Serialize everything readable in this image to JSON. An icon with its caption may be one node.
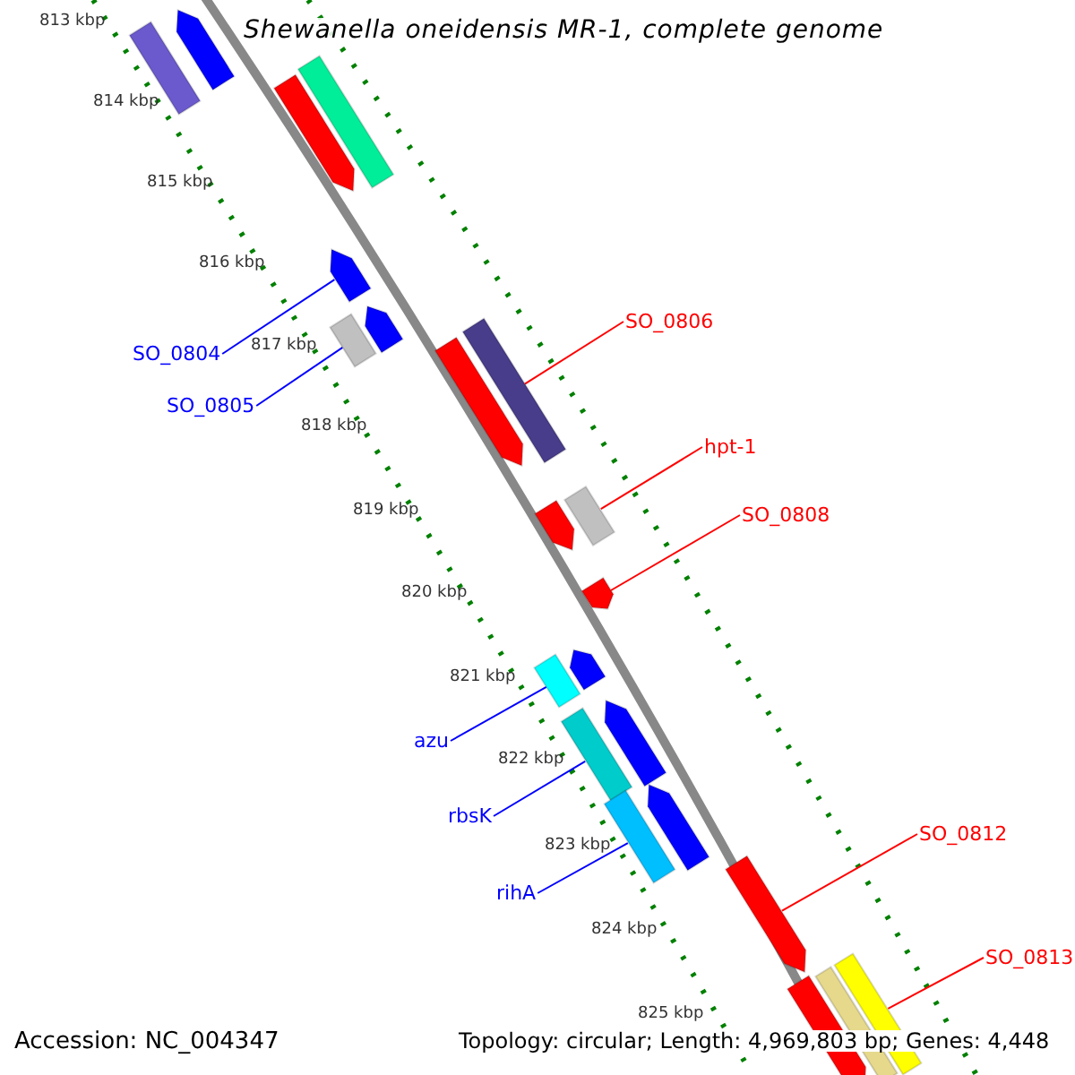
{
  "diagram": {
    "title": "Shewanella oneidensis MR-1, complete genome",
    "nodes": [
      {
        "text": [],
        "shape": "box"
      },
      {
        "text": [],
        "shape": "arrow"
      },
      {
        "text": [],
        "shape": "box"
      },
      {
        "text": [],
        "shape": "arrow"
      },
      {
        "text": [],
        "shape": "arrow"
      },
      {
        "text": [
          "SO_0806"
        ]
      },
      {
        "text": [],
        "shape": "arrow"
      },
      {
        "text": [],
        "shape": "box"
      },
      {
        "text": [
          "SO_0804"
        ]
      },
      {
        "text": [],
        "shape": "box"
      },
      {
        "text": [],
        "shape": "arrow"
      },
      {
        "text": [
          "SO_0805"
        ]
      },
      {
        "text": [
          "hpt-1"
        ]
      },
      {
        "text": [],
        "shape": "box"
      },
      {
        "text": [],
        "shape": "arrow"
      },
      {
        "text": [
          "SO_0808"
        ]
      },
      {
        "text": [],
        "shape": "arrow"
      },
      {
        "text": [],
        "shape": "arrow"
      },
      {
        "text": [],
        "shape": "box"
      },
      {
        "text": [],
        "shape": "arrow"
      },
      {
        "text": [
          "azu"
        ]
      },
      {
        "text": [],
        "shape": "box"
      },
      {
        "text": [
          "rbsK"
        ]
      },
      {
        "text": [],
        "shape": "arrow"
      },
      {
        "text": [],
        "shape": "box"
      },
      {
        "text": [
          "SO_0812"
        ]
      },
      {
        "text": [
          "rihA"
        ]
      },
      {
        "text": [],
        "shape": "arrow"
      },
      {
        "text": [
          "SO_0813"
        ]
      },
      {
        "text": [],
        "shape": "box"
      },
      {
        "text": [],
        "shape": "box"
      },
      {
        "text": [],
        "shape": "arrow"
      }
    ],
    "edges": [
      {
        "from": 5,
        "to": 9,
        "arrow": "none",
        "color": "#ff0000"
      },
      {
        "from": 8,
        "to": 4,
        "arrow": "none",
        "color": "#0000ff"
      },
      {
        "from": 11,
        "to": 7,
        "arrow": "none",
        "color": "#0000ff"
      },
      {
        "from": 12,
        "to": 13,
        "arrow": "none",
        "color": "#ff0000"
      },
      {
        "from": 15,
        "to": 16,
        "arrow": "none",
        "color": "#ff0000"
      },
      {
        "from": 20,
        "to": 18,
        "arrow": "none",
        "color": "#0000ff"
      },
      {
        "from": 22,
        "to": 21,
        "arrow": "none",
        "color": "#0000ff"
      },
      {
        "from": 25,
        "to": 27,
        "arrow": "none",
        "color": "#ff0000"
      },
      {
        "from": 26,
        "to": 24,
        "arrow": "none",
        "color": "#0000ff"
      },
      {
        "from": 28,
        "to": 29,
        "arrow": "none",
        "color": "#ff0000"
      }
    ],
    "labels": [
      "813 kbp",
      "814 kbp",
      "815 kbp",
      "816 kbp",
      "817 kbp",
      "818 kbp",
      "819 kbp",
      "820 kbp",
      "821 kbp",
      "822 kbp",
      "823 kbp",
      "824 kbp",
      "825 kbp",
      "Accession: NC_004347",
      "Topology: circular; Length: 4,969,803 bp; Genes: 4,448"
    ]
  }
}
